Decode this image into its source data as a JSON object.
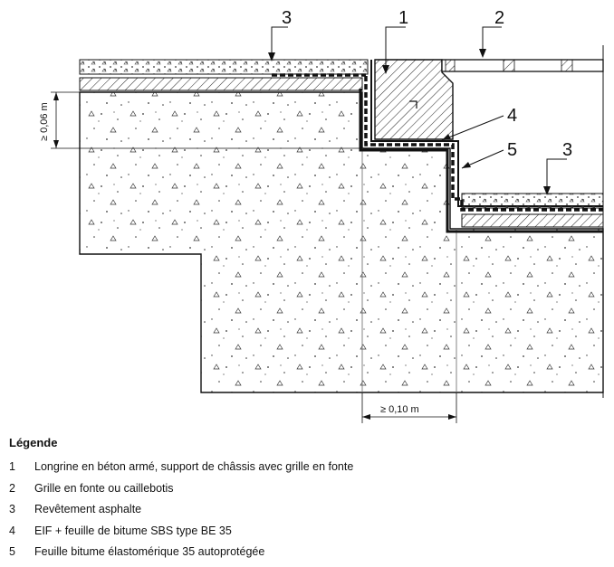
{
  "diagram": {
    "callouts": [
      "3",
      "1",
      "2",
      "4",
      "5",
      "3"
    ],
    "dimensions": {
      "vertical": "≥ 0,06 m",
      "horizontal": "≥ 0,10 m"
    }
  },
  "legend": {
    "title": "Légende",
    "items": [
      {
        "num": "1",
        "text": "Longrine en béton armé, support de châssis avec grille en fonte"
      },
      {
        "num": "2",
        "text": "Grille en fonte ou caillebotis"
      },
      {
        "num": "3",
        "text": "Revêtement asphalte"
      },
      {
        "num": "4",
        "text": "EIF + feuille de bitume SBS type BE 35"
      },
      {
        "num": "5",
        "text": "Feuille bitume élastomérique 35 autoprotégée"
      }
    ]
  }
}
